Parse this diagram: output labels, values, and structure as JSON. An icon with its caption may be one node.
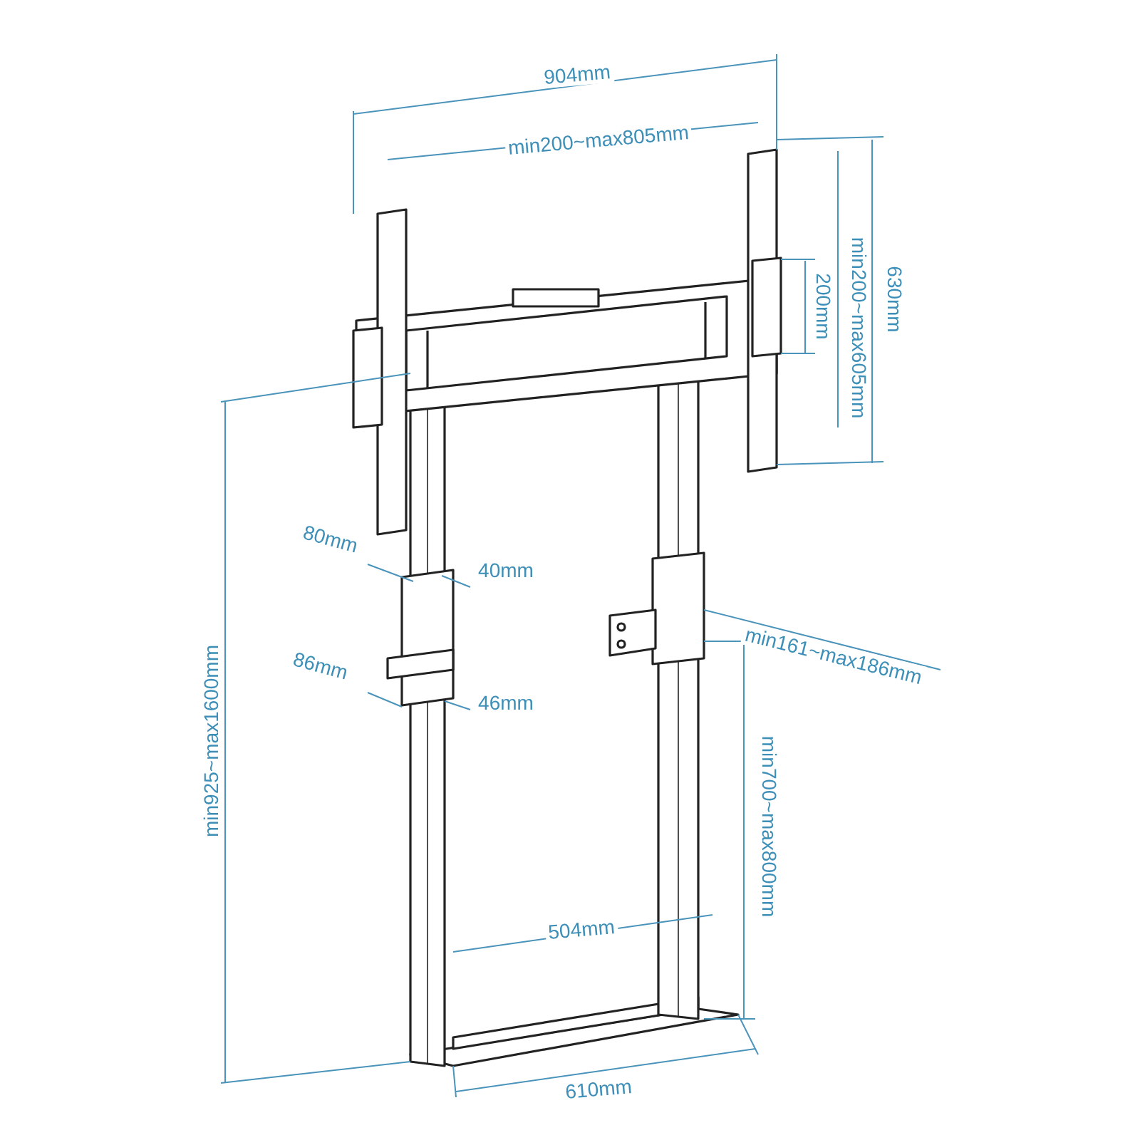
{
  "diagram": {
    "labels": [
      "904mm",
      "min200~max805mm",
      "630mm",
      "min200~max605mm",
      "200mm",
      "80mm",
      "40mm",
      "min161~max186mm",
      "86mm",
      "46mm",
      "min925~max1600mm",
      "min700~max800mm",
      "504mm",
      "610mm"
    ]
  }
}
